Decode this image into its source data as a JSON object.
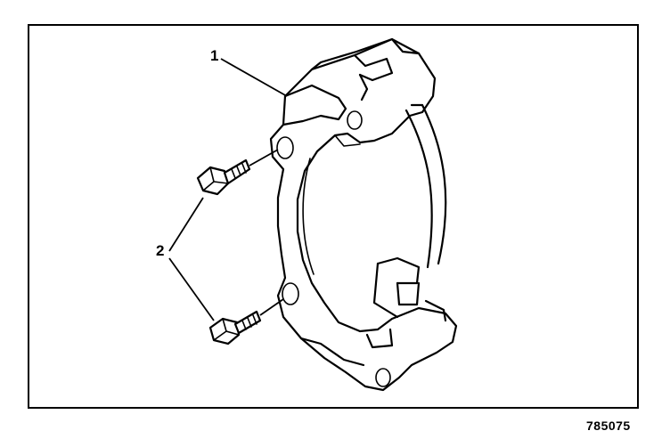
{
  "figure": {
    "id_label": "785075"
  },
  "callouts": [
    {
      "number": "1"
    },
    {
      "number": "2"
    }
  ]
}
